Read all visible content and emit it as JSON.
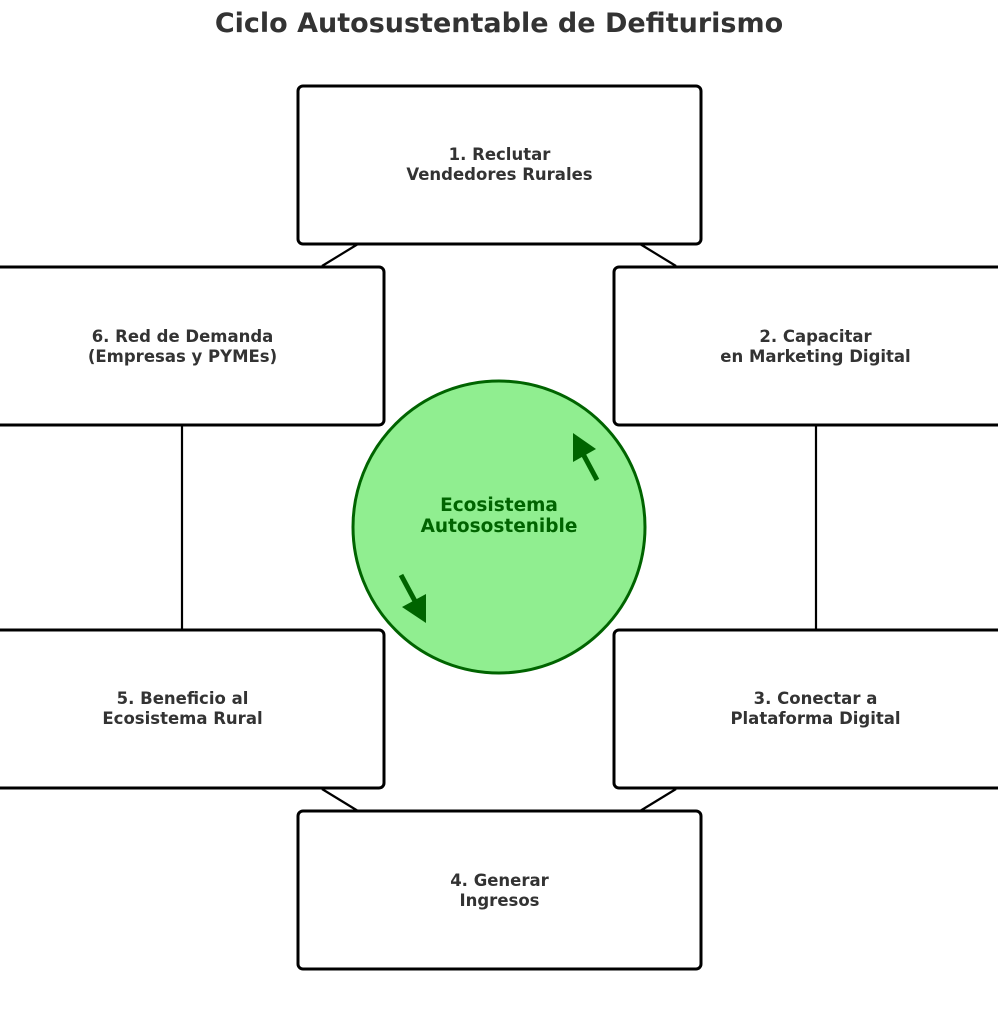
{
  "title": "Ciclo Autosustentable de Defiturismo",
  "colors": {
    "box_stroke": "#000000",
    "box_fill": "#ffffff",
    "text": "#333333",
    "center_fill": "#90ee90",
    "center_stroke": "#006400",
    "center_text": "#006400",
    "arrow": "#006400"
  },
  "center": {
    "lines": [
      "Ecosistema",
      "Autosostenible"
    ],
    "arrows": [
      "cycle-arrow-icon",
      "cycle-arrow-icon"
    ]
  },
  "steps": [
    {
      "id": "step-1",
      "lines": [
        "1. Reclutar",
        "Vendedores Rurales"
      ]
    },
    {
      "id": "step-2",
      "lines": [
        "2. Capacitar",
        "en Marketing Digital"
      ]
    },
    {
      "id": "step-3",
      "lines": [
        "3. Conectar a",
        "Plataforma Digital"
      ]
    },
    {
      "id": "step-4",
      "lines": [
        "4. Generar",
        "Ingresos"
      ]
    },
    {
      "id": "step-5",
      "lines": [
        "5. Beneficio al",
        "Ecosistema Rural"
      ]
    },
    {
      "id": "step-6",
      "lines": [
        "6. Red de Demanda",
        "(Empresas y PYMEs)"
      ]
    }
  ]
}
